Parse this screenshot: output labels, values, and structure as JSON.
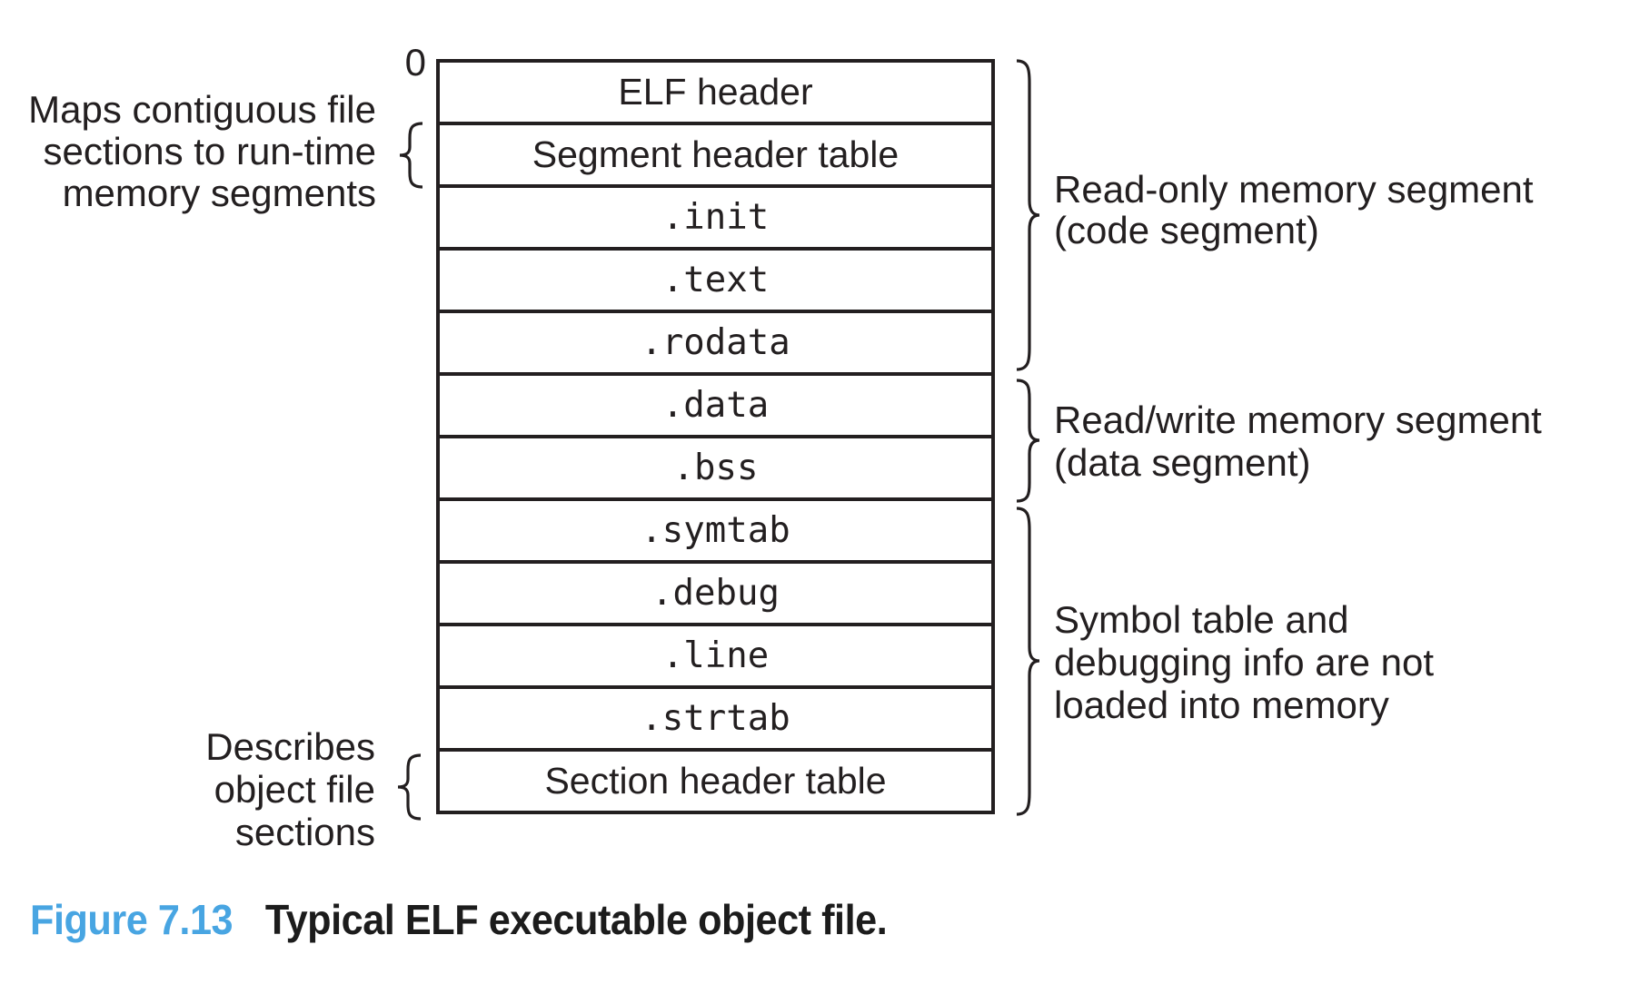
{
  "figure": {
    "zero_label": "0",
    "rows": [
      {
        "label": "ELF header"
      },
      {
        "label": "Segment header table"
      },
      {
        "label": ".init"
      },
      {
        "label": ".text"
      },
      {
        "label": ".rodata"
      },
      {
        "label": ".data"
      },
      {
        "label": ".bss"
      },
      {
        "label": ".symtab"
      },
      {
        "label": ".debug"
      },
      {
        "label": ".line"
      },
      {
        "label": ".strtab"
      },
      {
        "label": "Section header table"
      }
    ],
    "left_annotations": [
      {
        "lines": [
          "Maps contiguous file",
          "sections to run-time",
          "memory segments"
        ]
      },
      {
        "lines": [
          "Describes",
          "object file",
          "sections"
        ]
      }
    ],
    "right_annotations": [
      {
        "lines": [
          "Read-only memory segment",
          "(code segment)"
        ]
      },
      {
        "lines": [
          "Read/write memory segment",
          "(data segment)"
        ]
      },
      {
        "lines": [
          "Symbol table and",
          "debugging info are not",
          "loaded into memory"
        ]
      }
    ],
    "caption": {
      "number": "Figure 7.13",
      "text": "Typical ELF executable object file."
    },
    "colors": {
      "ink": "#231f20",
      "caption_blue": "#48a5e2",
      "background": "#ffffff"
    }
  }
}
